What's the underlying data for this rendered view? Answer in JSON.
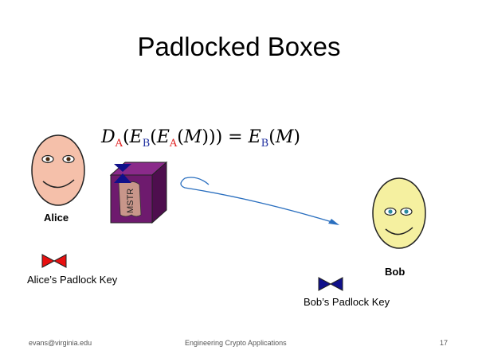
{
  "slide": {
    "title": "Padlocked Boxes",
    "equation": {
      "D": "D",
      "sub_A1": "A",
      "open1": "(",
      "E1": "E",
      "sub_B1": "B",
      "open2": "(",
      "E2": "E",
      "sub_A2": "A",
      "open3": "(",
      "M1": "M",
      "close": "))) = ",
      "E3": "E",
      "sub_B2": "B",
      "open4": "(",
      "M2": "M",
      "close2": ")"
    },
    "alice_label": "Alice",
    "bob_label": "Bob",
    "alice_key_label": "Alice’s Padlock Key",
    "bob_key_label": "Bob’s Padlock Key",
    "box_text": "MSTR",
    "colors": {
      "alice_face": "#f5c0aa",
      "bob_face": "#f5f0a0",
      "box": "#6e1a6e",
      "paper": "#c8968a",
      "alice_lock": "#e81010",
      "bob_lock": "#10108a",
      "arrow": "#2a6fbf"
    }
  },
  "footer": {
    "email": "evans@virginia.edu",
    "course": "Engineering Crypto Applications",
    "page": "17"
  }
}
